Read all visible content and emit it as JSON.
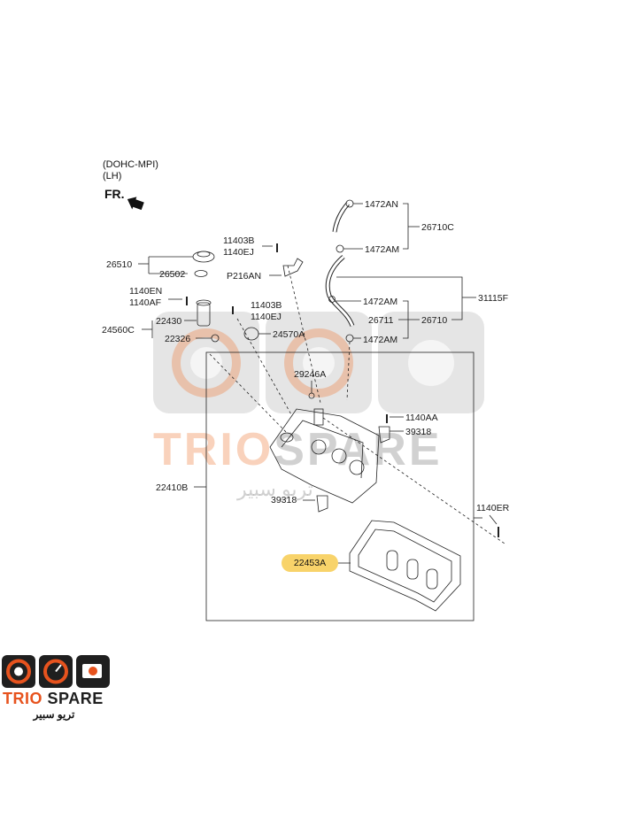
{
  "header": {
    "engine": "(DOHC-MPI)",
    "side": "(LH)",
    "fr": "FR."
  },
  "labels": {
    "p1472AN": "1472AN",
    "p26710C": "26710C",
    "p1472AM_a": "1472AM",
    "p11403B_a": "11403B",
    "p1140EJ_a": "1140EJ",
    "p26510": "26510",
    "p26502": "26502",
    "pP216AN": "P216AN",
    "p31115F": "31115F",
    "p1140EN": "1140EN",
    "p1140AF": "1140AF",
    "p11403B_b": "11403B",
    "p1140EJ_b": "1140EJ",
    "p1472AM_b": "1472AM",
    "p26711": "26711",
    "p26710": "26710",
    "p24560C": "24560C",
    "p22430": "22430",
    "p24570A": "24570A",
    "p22326": "22326",
    "p1472AM_c": "1472AM",
    "p29246A": "29246A",
    "p1140AA": "1140AA",
    "p39318_a": "39318",
    "p22410B": "22410B",
    "p39318_b": "39318",
    "p1140ER": "1140ER",
    "p22453A": "22453A"
  },
  "brand": {
    "name_part1": "TRIO",
    "name_part2": "SPARE",
    "arabic": "تريو سبير"
  },
  "watermark": {
    "name_part1": "TRIO",
    "name_part2": "SPARE",
    "arabic": "تريو سبير"
  },
  "colors": {
    "highlight": "#f8d36a",
    "brand_orange": "#e7531e",
    "brand_dark": "#1f1f1f",
    "line": "#222222"
  }
}
